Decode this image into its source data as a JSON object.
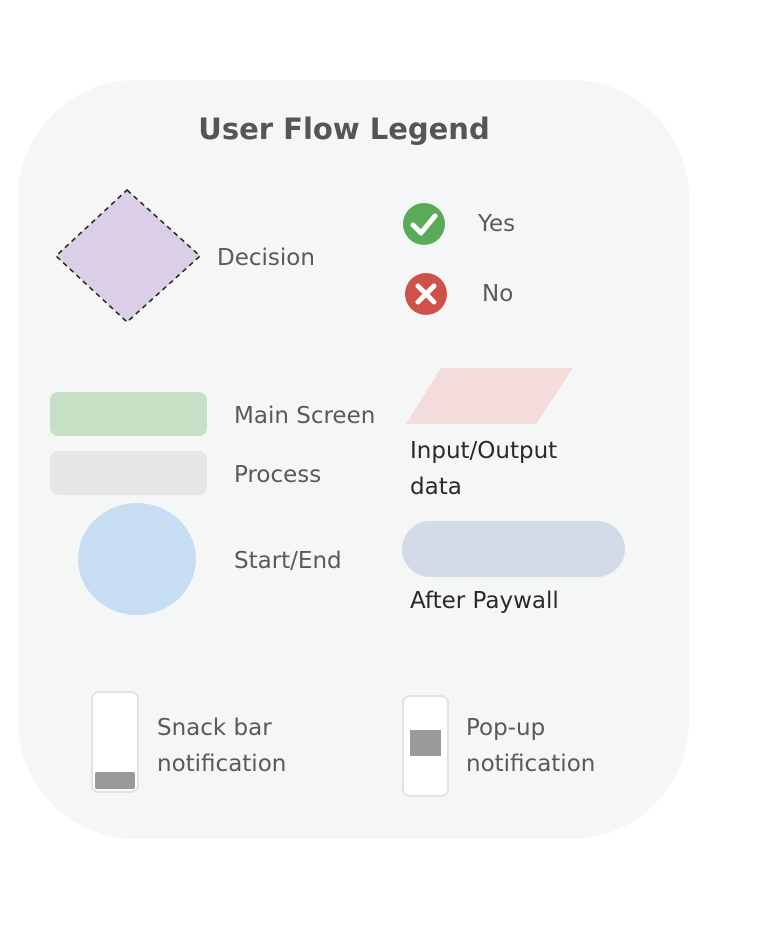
{
  "title": "User Flow Legend",
  "items": {
    "decision": "Decision",
    "yes": "Yes",
    "no": "No",
    "main_screen": "Main Screen",
    "process": "Process",
    "start_end": "Start/End",
    "input_output_line1": "Input/Output",
    "input_output_line2": "data",
    "after_paywall": "After Paywall",
    "snack_bar_line1": "Snack bar",
    "snack_bar_line2": "notification",
    "popup_line1": "Pop-up",
    "popup_line2": "notification"
  },
  "colors": {
    "card_background": "#f5f6f6",
    "decision_fill": "#dacfe6",
    "yes_icon": "#5aab57",
    "no_icon": "#d0504a",
    "main_screen_fill": "#c6e0c6",
    "process_fill": "#e6e7e7",
    "start_end_fill": "#c6ddf4",
    "input_output_fill": "#f3dcdb",
    "after_paywall_fill": "#d3dbe8",
    "notification_fill": "#9a9a9a"
  },
  "icons": {
    "yes": "check-circle-icon",
    "no": "x-circle-icon"
  }
}
